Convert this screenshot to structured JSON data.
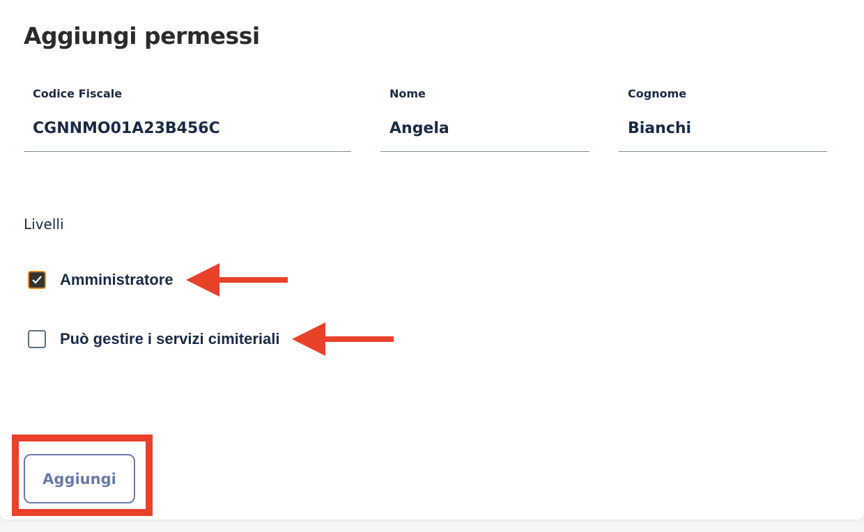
{
  "page": {
    "title": "Aggiungi permessi"
  },
  "fields": [
    {
      "label": "Codice Fiscale",
      "value": "CGNNMO01A23B456C"
    },
    {
      "label": "Nome",
      "value": "Angela"
    },
    {
      "label": "Cognome",
      "value": "Bianchi"
    }
  ],
  "levels": {
    "label": "Livelli",
    "options": [
      {
        "label": "Amministratore",
        "checked": true
      },
      {
        "label": "Può gestire i servizi cimiteriali",
        "checked": false
      }
    ]
  },
  "actions": {
    "add_label": "Aggiungi"
  },
  "colors": {
    "annotation": "#e94129",
    "checkbox_focus": "#f08a24",
    "button": "#6a7aa8"
  }
}
